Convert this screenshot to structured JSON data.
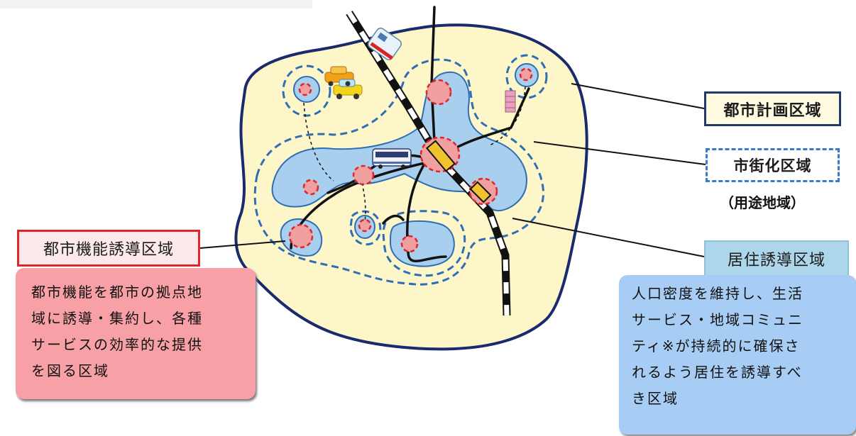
{
  "labels": {
    "city_planning_area": "都市計画区域",
    "urbanization_area": "市街化区域",
    "land_use_zone": "（用途地域）",
    "urban_function_area": "都市機能誘導区域",
    "residential_area": "居住誘導区域"
  },
  "descriptions": {
    "urban_function": "都市機能を都市の拠点地\n域に誘導・集約し、各種\nサービスの効率的な提供\nを図る区域",
    "residential": "人口密度を維持し、生活\nサービス・地域コミュニ\nティ※が持続的に確保さ\nれるよう居住を誘導すべ\nき区域"
  },
  "colors": {
    "city_fill": "#fdf6c8",
    "city_border": "#1a2a6c",
    "residential_fill": "#a9cfee",
    "residential_outline": "#2f6db5",
    "core_fill": "#f0a0a0",
    "core_outline": "#e0252b",
    "rail": "#111111",
    "station": "#f2c12e"
  }
}
